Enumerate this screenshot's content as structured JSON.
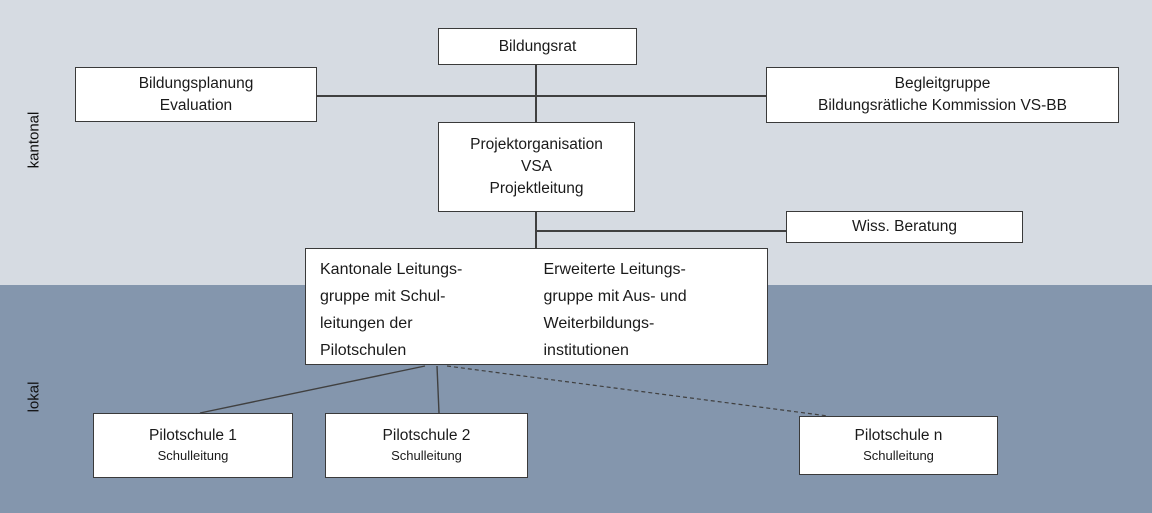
{
  "diagram": {
    "bands": {
      "kantonal": {
        "label": "kantonal"
      },
      "lokal": {
        "label": "lokal"
      }
    },
    "colors": {
      "band_kantonal_bg": "#d6dbe2",
      "band_lokal_bg": "#8496ad",
      "box_bg": "#ffffff",
      "box_border": "#3a3a3a",
      "connector": "#404040",
      "text": "#1a1a1a"
    },
    "boxes": {
      "bildungsrat": {
        "label": "Bildungsrat"
      },
      "bildungsplanung": {
        "line1": "Bildungsplanung",
        "line2": "Evaluation"
      },
      "begleitgruppe": {
        "line1": "Begleitgruppe",
        "line2": "Bildungsrätliche Kommission VS-BB"
      },
      "projektorganisation": {
        "line1": "Projektorganisation",
        "line2": "VSA",
        "line3": "Projektleitung"
      },
      "wiss_beratung": {
        "label": "Wiss. Beratung"
      },
      "leitungsgruppe": {
        "left": {
          "line1": "Kantonale Leitungs-",
          "line2": "gruppe mit Schul-",
          "line3": "leitungen der",
          "line4": "Pilotschulen"
        },
        "right": {
          "line1": "Erweiterte Leitungs-",
          "line2": "gruppe mit Aus- und",
          "line3": "Weiterbildungs-",
          "line4": "institutionen"
        }
      },
      "pilotschule_1": {
        "title": "Pilotschule 1",
        "subtitle": "Schulleitung"
      },
      "pilotschule_2": {
        "title": "Pilotschule 2",
        "subtitle": "Schulleitung"
      },
      "pilotschule_n": {
        "title": "Pilotschule n",
        "subtitle": "Schulleitung"
      }
    }
  }
}
